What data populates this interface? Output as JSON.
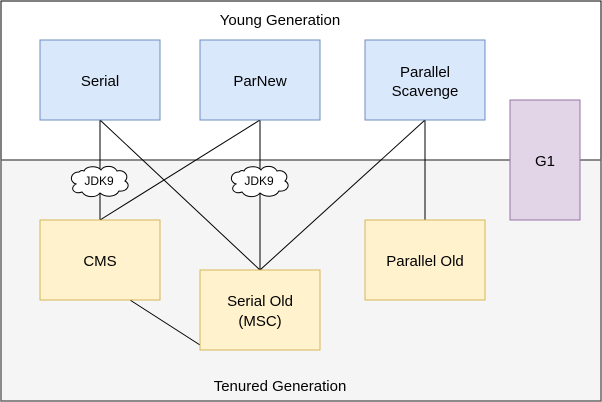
{
  "young_generation": {
    "label": "Young Generation"
  },
  "tenured_generation": {
    "label": "Tenured Generation"
  },
  "collectors": {
    "serial": {
      "label": "Serial"
    },
    "parnew": {
      "label": "ParNew"
    },
    "parallel_scavenge": {
      "line1": "Parallel",
      "line2": "Scavenge"
    },
    "g1": {
      "label": "G1"
    },
    "cms": {
      "label": "CMS"
    },
    "serial_old": {
      "line1": "Serial Old",
      "line2": "(MSC)"
    },
    "parallel_old": {
      "label": "Parallel Old"
    }
  },
  "jdk9_markers": [
    {
      "label": "JDK9"
    },
    {
      "label": "JDK9"
    }
  ],
  "colors": {
    "young_box_fill": "#dae8fc",
    "young_box_stroke": "#6c8ebf",
    "old_box_fill": "#fff2cc",
    "old_box_stroke": "#d6b656",
    "g1_fill": "#e1d5e7",
    "g1_stroke": "#9673a6",
    "tenured_bg": "#f5f5f5",
    "region_stroke": "#666666"
  }
}
